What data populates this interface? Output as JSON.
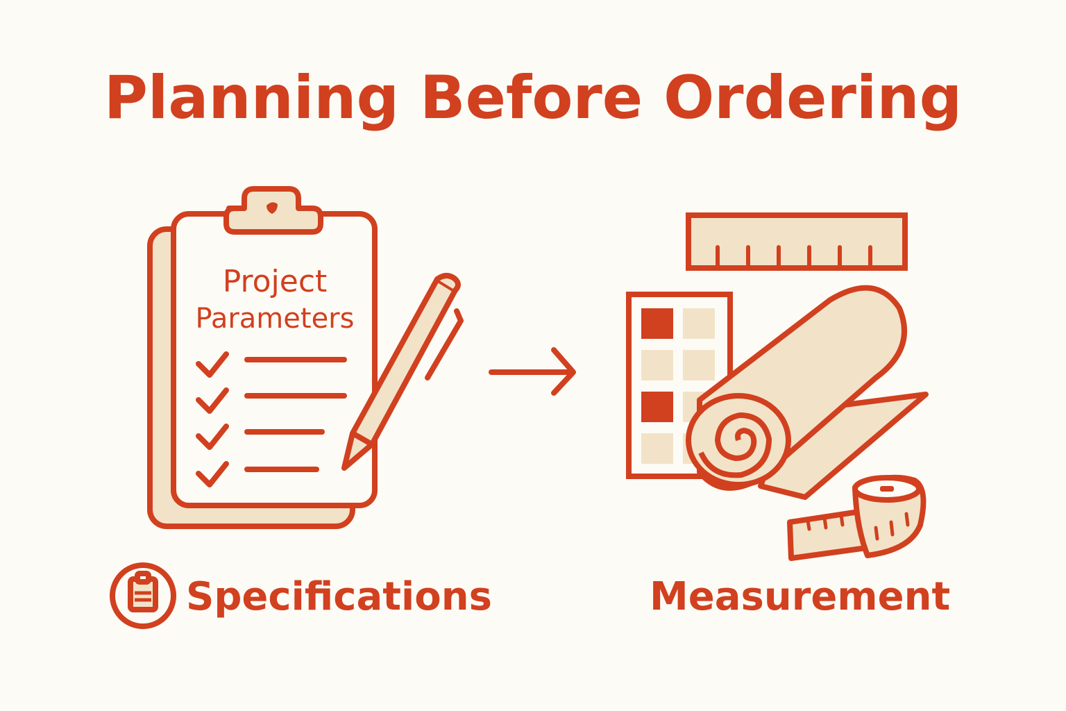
{
  "title": "Planning Before Ordering",
  "clipboard": {
    "heading_line1": "Project",
    "heading_line2": "Parameters",
    "checklist_count": 4
  },
  "left_caption": {
    "label": "Specifications",
    "icon": "clipboard-badge-icon"
  },
  "right_caption": {
    "label": "Measurement"
  },
  "connector": {
    "icon": "arrow-right-icon"
  },
  "icons": {
    "clipboard": "clipboard-icon",
    "pen": "pen-icon",
    "ruler": "ruler-icon",
    "swatch_card": "swatch-card-icon",
    "fabric_roll": "fabric-roll-icon",
    "tape_measure": "tape-measure-icon"
  },
  "colors": {
    "accent": "#D1401F",
    "fill": "#F2E3C8",
    "background": "#FDFBF5"
  }
}
